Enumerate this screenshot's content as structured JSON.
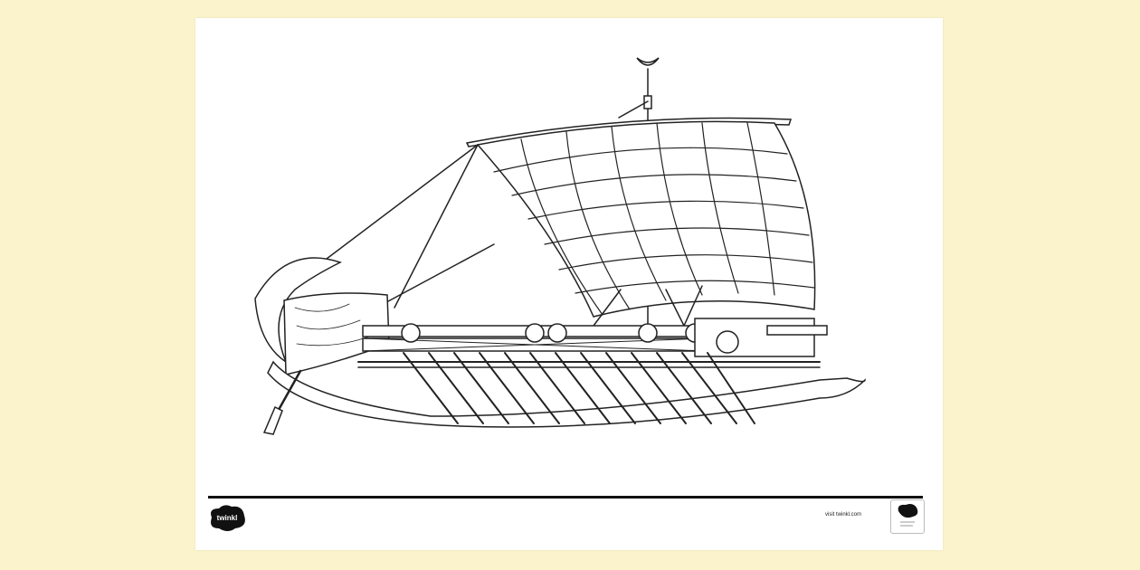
{
  "sheet": {
    "subject": "greek-trireme-ship-colouring",
    "footer": {
      "brand": "twinkl",
      "visit_text": "visit twinkl.com"
    }
  }
}
